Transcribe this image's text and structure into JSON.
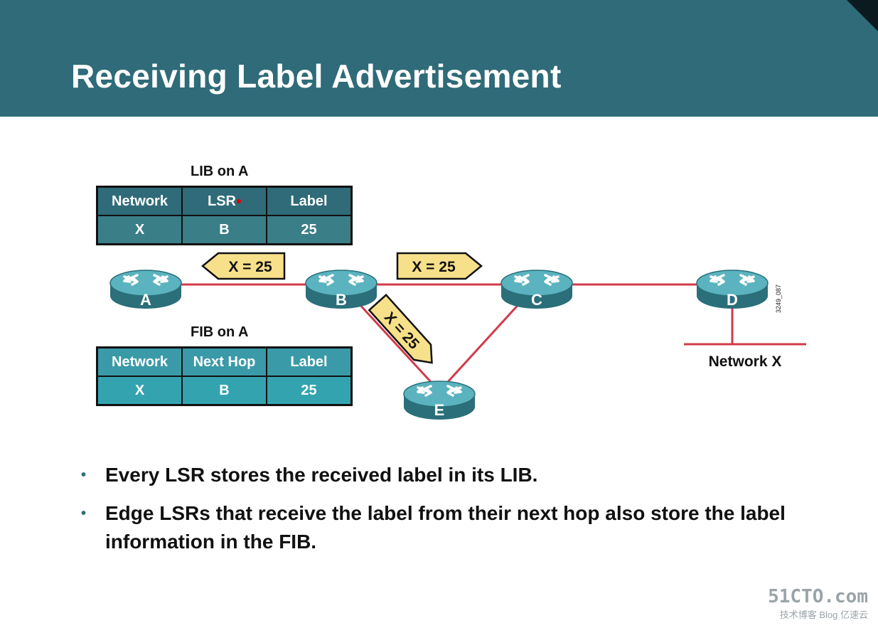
{
  "slide": {
    "title": "Receiving Label Advertisement"
  },
  "lib_table": {
    "caption": "LIB on A",
    "headers": [
      "Network",
      "LSR",
      "Label"
    ],
    "row": [
      "X",
      "B",
      "25"
    ]
  },
  "fib_table": {
    "caption": "FIB on A",
    "headers": [
      "Network",
      "Next Hop",
      "Label"
    ],
    "row": [
      "X",
      "B",
      "25"
    ]
  },
  "routers": {
    "a": "A",
    "b": "B",
    "c": "C",
    "d": "D",
    "e": "E"
  },
  "advertisements": {
    "b_to_a": "X = 25",
    "b_to_c": "X = 25",
    "b_to_e": "X = 25"
  },
  "network_label": "Network X",
  "figure_id": "3249_087",
  "bullets": [
    "Every LSR stores the received label in its LIB.",
    "Edge LSRs that receive the label from their next hop also store the label information in the FIB."
  ],
  "watermark": {
    "brand": "51CTO.com",
    "sub": "技术博客  Blog",
    "site": "亿速云"
  },
  "colors": {
    "header": "#2f6b78",
    "router": "#3a8c98",
    "link": "#d23a4a",
    "arrow_fill": "#f7e08a",
    "arrow_stroke": "#111111"
  }
}
